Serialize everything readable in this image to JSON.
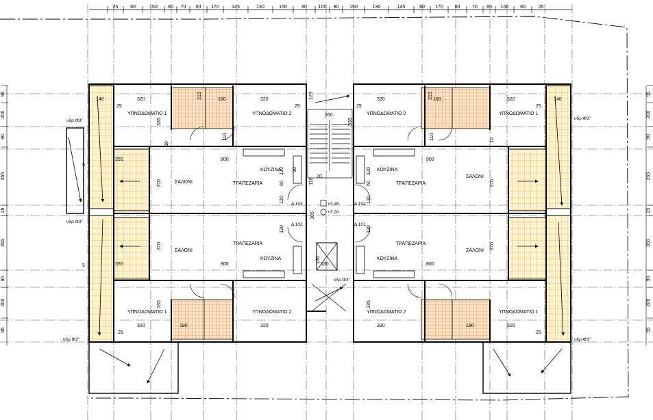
{
  "top_dims": [
    "25",
    "80",
    "160",
    "80",
    "70",
    "60",
    "170",
    "145",
    "130",
    "150",
    "80",
    "100",
    "80",
    "150",
    "130",
    "145",
    "60",
    "170",
    "60",
    "70",
    "80",
    "160",
    "80",
    "25"
  ],
  "left_dims": [
    "95",
    "200",
    "90",
    "355",
    "25",
    "355",
    "90",
    "200",
    "95"
  ],
  "right_dims": [
    "95",
    "200",
    "90",
    "355",
    "25",
    "355",
    "90",
    "200",
    "95"
  ],
  "rooms": {
    "bed1": "ΥΠΝΟΔΩΜΑΤΙΟ 1",
    "bed2": "ΥΠΝΟΔΩΜΑΤΙΟ 2",
    "living": "ΣΑΛΟΝΙ",
    "dining": "ΤΡΑΠΕΖΑΡΙΑ",
    "kitchen": "ΚΟΥΖΙΝΑ"
  },
  "flats": {
    "f103": "Δ 103",
    "f104": "Δ 104",
    "f102": "Δ 102",
    "f101": "Δ 101"
  },
  "levels": {
    "upper": "+3.35",
    "lower": "+3.20"
  },
  "height_note": "υδρ.Φ3\"",
  "inner_dims": {
    "d320": "320",
    "d335": "335",
    "d370": "370",
    "d800": "800",
    "d355": "355",
    "d140": "140",
    "d160": "160",
    "d110": "110",
    "d10": "10",
    "d25": "25",
    "d260": "260",
    "d123": "123",
    "d130": "130",
    "d120": "120",
    "d60": "60",
    "d180": "180",
    "d20": "20",
    "d90": "90",
    "d305": "305",
    "d215": "215",
    "d5": "5",
    "d190": "190",
    "d150": "150"
  }
}
